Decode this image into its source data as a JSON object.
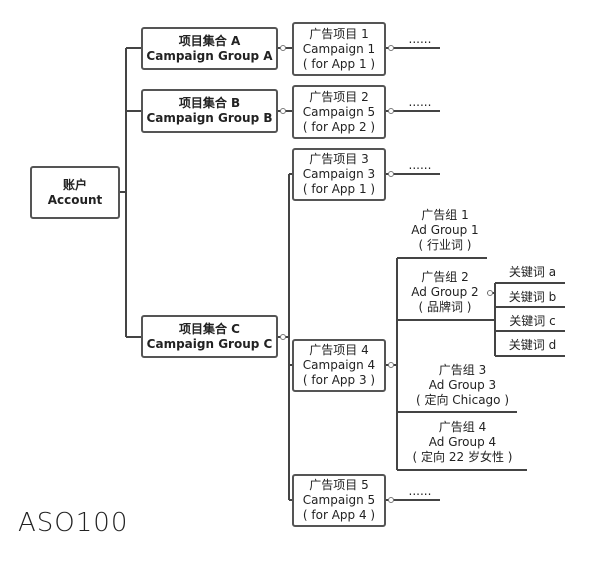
{
  "account": {
    "zh": "账户",
    "en": "Account"
  },
  "campaign_groups": [
    {
      "zh": "项目集合 A",
      "en": "Campaign Group A"
    },
    {
      "zh": "项目集合 B",
      "en": "Campaign Group B"
    },
    {
      "zh": "项目集合 C",
      "en": "Campaign Group C"
    }
  ],
  "campaigns": [
    {
      "zh": "广告项目 1",
      "en": "Campaign 1",
      "app": "( for App 1 )"
    },
    {
      "zh": "广告项目 2",
      "en": "Campaign 5",
      "app": "( for App 2 )"
    },
    {
      "zh": "广告项目 3",
      "en": "Campaign 3",
      "app": "( for App 1 )"
    },
    {
      "zh": "广告项目 4",
      "en": "Campaign 4",
      "app": "( for App 3 )"
    },
    {
      "zh": "广告项目 5",
      "en": "Campaign 5",
      "app": "( for App 4 )"
    }
  ],
  "ellipsis": "......",
  "ad_groups": [
    {
      "zh": "广告组 1",
      "en": "Ad Group 1",
      "note": "( 行业词 )"
    },
    {
      "zh": "广告组 2",
      "en": "Ad Group 2",
      "note": "( 品牌词 )"
    },
    {
      "zh": "广告组 3",
      "en": "Ad Group 3",
      "note": "( 定向 Chicago )"
    },
    {
      "zh": "广告组 4",
      "en": "Ad Group 4",
      "note": "( 定向 22 岁女性 )"
    }
  ],
  "keywords": [
    "关键词 a",
    "关键词 b",
    "关键词 c",
    "关键词 d"
  ],
  "logo": "ASO100"
}
